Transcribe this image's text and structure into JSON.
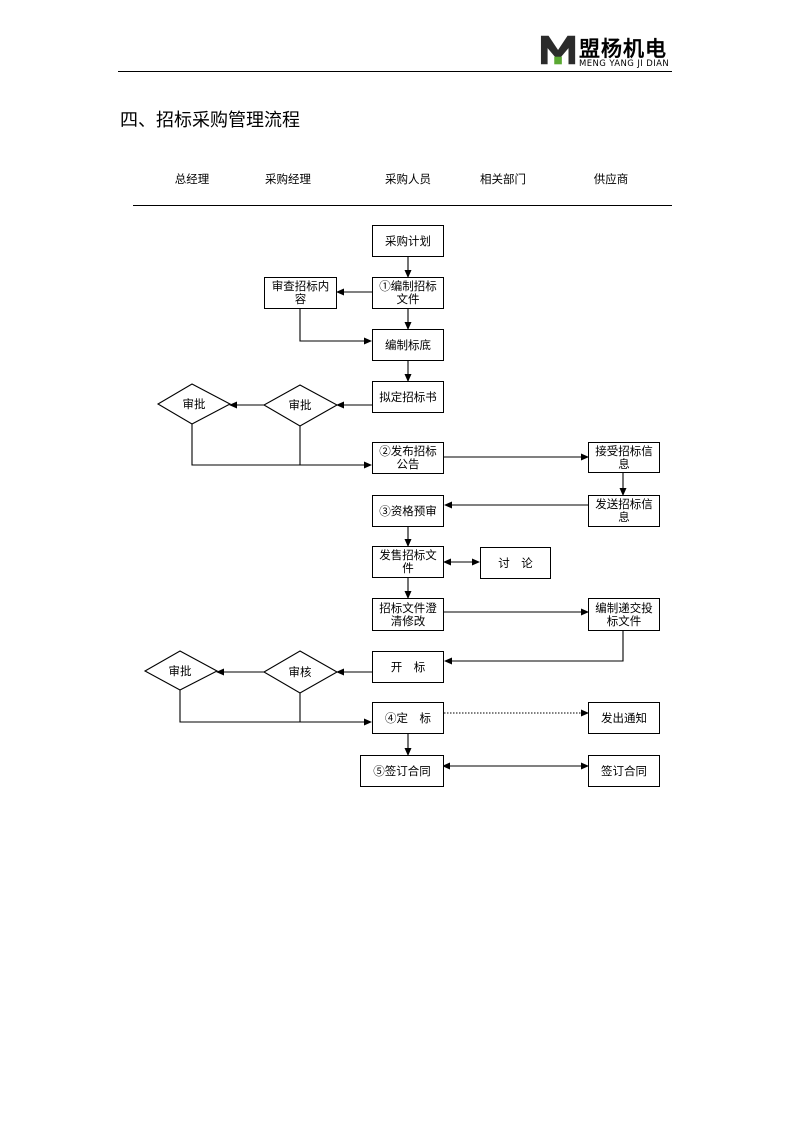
{
  "header": {
    "brand_cn": "盟杨机电",
    "brand_en": "MENG YANG JI DIAN",
    "logo_icon": "my-logo-icon"
  },
  "title": "四、招标采购管理流程",
  "columns": [
    "总经理",
    "采购经理",
    "采购人员",
    "相关部门",
    "供应商"
  ],
  "nodes": {
    "purchase_plan": "采购计划",
    "compile_tender": "①编制招标文件",
    "review_tender": "审查招标内容",
    "compile_base": "编制标底",
    "draft_tender": "拟定招标书",
    "approve_gm_1": "审批",
    "approve_pm_1": "审批",
    "publish_notice": "②发布招标公告",
    "receive_info": "接受招标信息",
    "prequalify": "③资格预审",
    "send_info": "发送招标信息",
    "sell_docs": "发售招标文件",
    "discuss": "讨　论",
    "clarify": "招标文件澄清修改",
    "prepare_bid": "编制递交投标文件",
    "open_bid": "开　标",
    "audit_pm": "审核",
    "approve_gm_2": "审批",
    "award": "④定　标",
    "notify": "发出通知",
    "sign_buyer": "⑤签订合同",
    "sign_supplier": "签订合同"
  }
}
